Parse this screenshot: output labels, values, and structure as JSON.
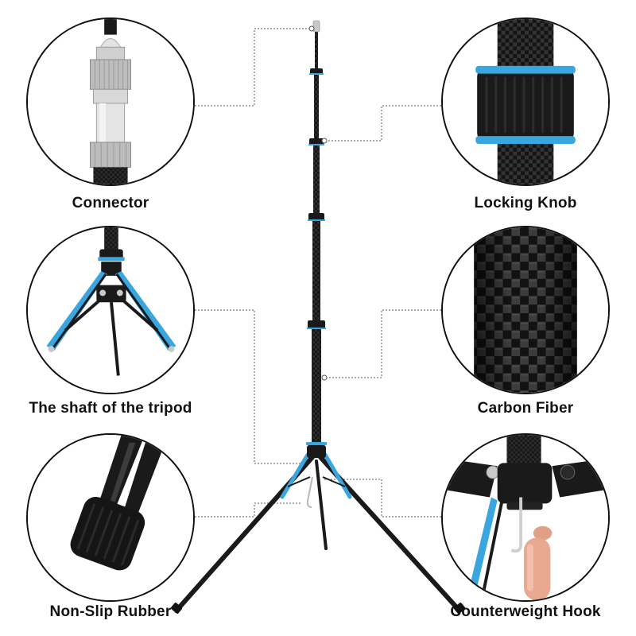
{
  "callouts": {
    "connector": "Connector",
    "locking_knob": "Locking Knob",
    "tripod_shaft": "The shaft of the tripod",
    "carbon_fiber": "Carbon Fiber",
    "non_slip_rubber": "Non-Slip Rubber",
    "counterweight_hook": "Counterweight Hook"
  },
  "colors": {
    "accent_blue": "#3aa6e0",
    "pole_black": "#1a1a1a",
    "carbon_dark": "#141414",
    "carbon_light": "#3a3a3a",
    "silver": "#c9c9c9",
    "leader_line": "#555555"
  }
}
